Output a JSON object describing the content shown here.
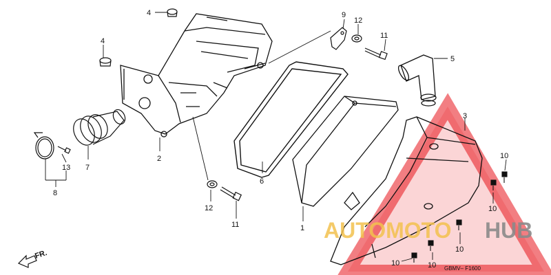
{
  "diagram": {
    "code": "GBMV– F1600",
    "direction_label": "FR.",
    "callouts": [
      {
        "id": "c1",
        "text": "1"
      },
      {
        "id": "c2",
        "text": "2"
      },
      {
        "id": "c3",
        "text": "3"
      },
      {
        "id": "c4a",
        "text": "4"
      },
      {
        "id": "c4b",
        "text": "4"
      },
      {
        "id": "c5",
        "text": "5"
      },
      {
        "id": "c6",
        "text": "6"
      },
      {
        "id": "c7",
        "text": "7"
      },
      {
        "id": "c8",
        "text": "8"
      },
      {
        "id": "c9",
        "text": "9"
      },
      {
        "id": "c10a",
        "text": "10"
      },
      {
        "id": "c10b",
        "text": "10"
      },
      {
        "id": "c10c",
        "text": "10"
      },
      {
        "id": "c10d",
        "text": "10"
      },
      {
        "id": "c10e",
        "text": "10"
      },
      {
        "id": "c11a",
        "text": "11"
      },
      {
        "id": "c11b",
        "text": "11"
      },
      {
        "id": "c12a",
        "text": "12"
      },
      {
        "id": "c12b",
        "text": "12"
      },
      {
        "id": "c13",
        "text": "13"
      }
    ]
  },
  "watermark": {
    "part1": "AUTOMOTO",
    "part2": "HUB",
    "color1": "#f2c14e",
    "color2": "#8a8a8a",
    "triangle_color": "#e8141c"
  }
}
